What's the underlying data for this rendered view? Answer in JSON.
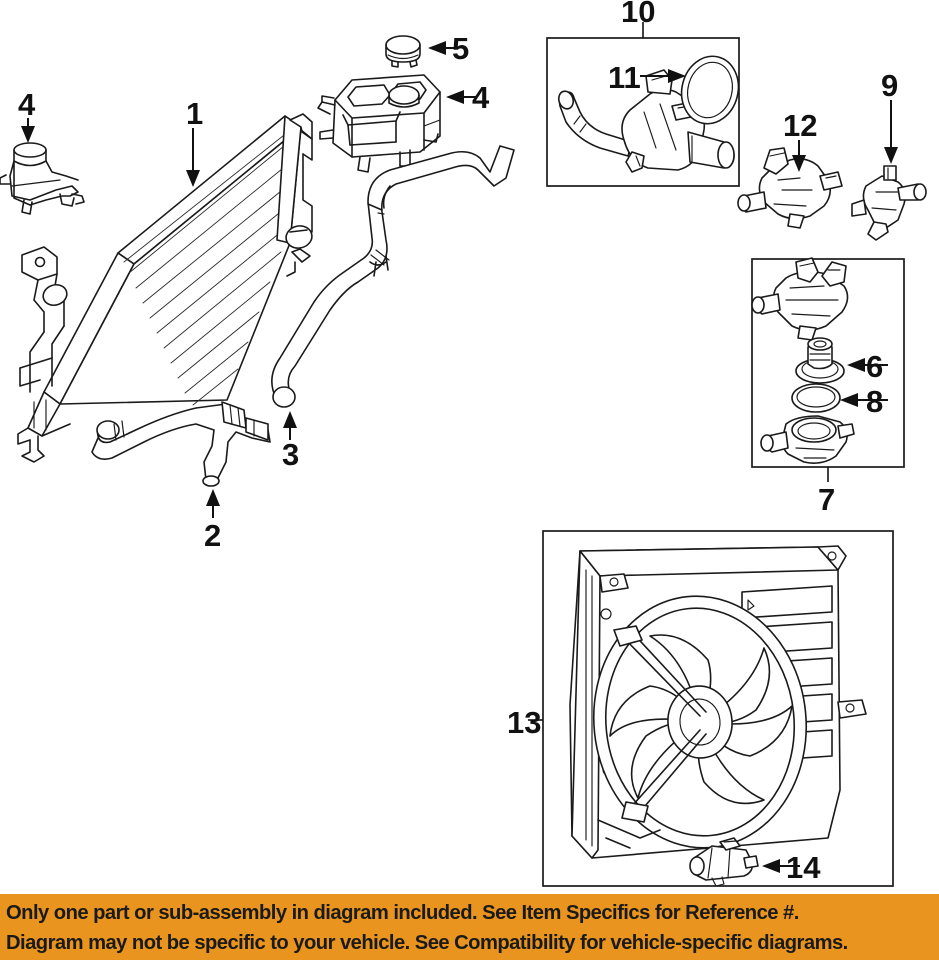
{
  "diagram": {
    "title": "Engine cooling system exploded parts diagram",
    "background_color": "#ffffff",
    "line_color": "#1a1a1a",
    "callouts": [
      {
        "number": "1",
        "part": "radiator",
        "leader": "arrow-down"
      },
      {
        "number": "2",
        "part": "lower-radiator-hose",
        "leader": "arrow-up"
      },
      {
        "number": "3",
        "part": "upper-radiator-hose",
        "leader": "arrow-up"
      },
      {
        "number": "4",
        "part": "coolant-reservoir-tank",
        "leader": "arrow-left"
      },
      {
        "number": "4",
        "part": "coolant-reservoir-auxiliary",
        "leader": "arrow-down"
      },
      {
        "number": "5",
        "part": "reservoir-cap",
        "leader": "arrow-left"
      },
      {
        "number": "6",
        "part": "thermostat",
        "leader": "arrow-left"
      },
      {
        "number": "7",
        "part": "thermostat-housing-assembly",
        "leader": "line-down"
      },
      {
        "number": "8",
        "part": "thermostat-seal-gasket",
        "leader": "arrow-left"
      },
      {
        "number": "9",
        "part": "water-outlet-connector",
        "leader": "arrow-down"
      },
      {
        "number": "10",
        "part": "water-pump-housing-assembly",
        "leader": "line-up"
      },
      {
        "number": "11",
        "part": "water-pump-o-ring-seal",
        "leader": "arrow-right"
      },
      {
        "number": "12",
        "part": "water-inlet-housing",
        "leader": "arrow-down"
      },
      {
        "number": "13",
        "part": "fan-shroud-assembly",
        "leader": "line-left"
      },
      {
        "number": "14",
        "part": "fan-motor-resistor",
        "leader": "arrow-left"
      }
    ]
  },
  "banner": {
    "background_color": "#e8941e",
    "text_color": "#1a1a1a",
    "line1": "Only one part or sub-assembly in diagram included. See Item Specifics for Reference #.",
    "line2": "Diagram may not be specific to your vehicle. See Compatibility for vehicle-specific diagrams."
  },
  "labels": {
    "n1": "1",
    "n2": "2",
    "n3": "3",
    "n4a": "4",
    "n4b": "4",
    "n5": "5",
    "n6": "6",
    "n7": "7",
    "n8": "8",
    "n9": "9",
    "n10": "10",
    "n11": "11",
    "n12": "12",
    "n13": "13",
    "n14": "14"
  }
}
